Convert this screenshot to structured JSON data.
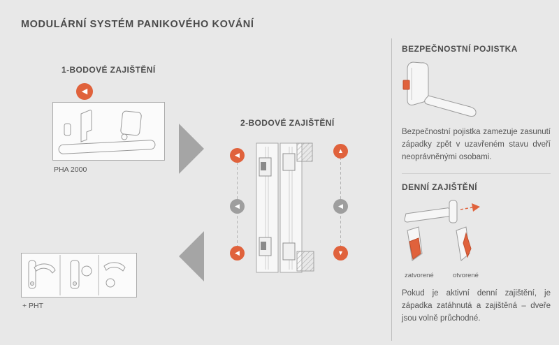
{
  "title": "MODULÁRNÍ SYSTÉM PANIKOVÉHO KOVÁNÍ",
  "one_point": {
    "heading": "1-BODOVÉ ZAJIŠTĚNÍ",
    "product_label": "PHA 2000",
    "addon_label": "+ PHT"
  },
  "two_point": {
    "heading": "2-BODOVÉ ZAJIŠTĚNÍ"
  },
  "safety_catch": {
    "heading": "BEZPEČNOSTNÍ POJISTKA",
    "description": "Bezpečnostní pojistka zamezuje zasunutí západky zpět v uzavřeném stavu dveří neoprávněnými osobami."
  },
  "daily_latch": {
    "heading": "DENNÍ ZAJIŠTĚNÍ",
    "state_closed": "zatvorené",
    "state_open": "otvorené",
    "description": "Pokud je aktivní denní zajištění, je západka zatáhnutá a zajištěná – dveře jsou volně průchodné."
  },
  "icons": {
    "arrow_left": "◀",
    "arrow_up": "▲",
    "arrow_down": "▼"
  },
  "colors": {
    "accent_orange": "#e0623c",
    "arrow_gray": "#9e9e9e",
    "text_gray": "#4d4d4d",
    "background": "#e8e8e8"
  }
}
